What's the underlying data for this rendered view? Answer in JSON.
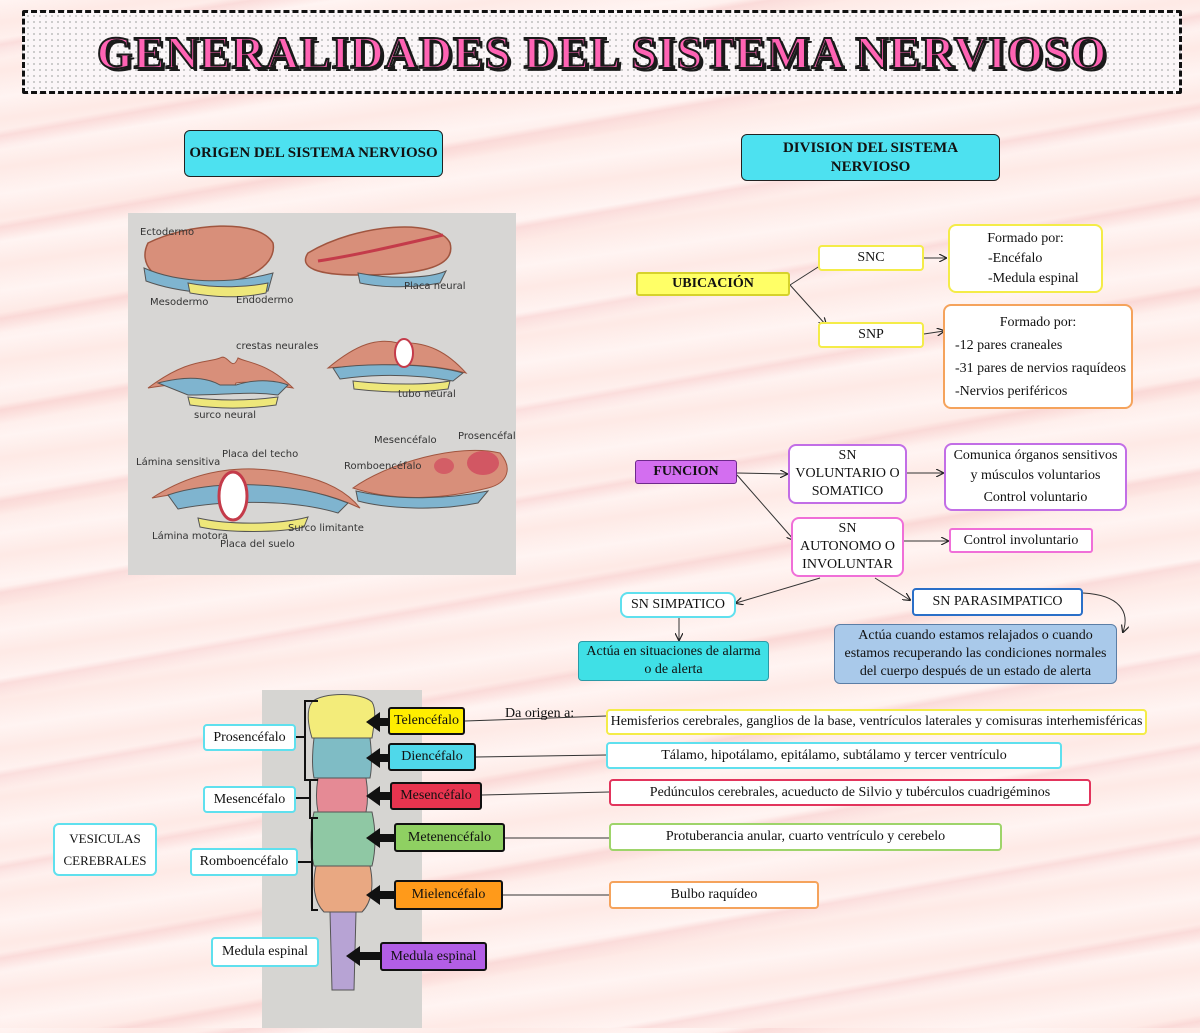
{
  "title": "GENERALIDADES DEL SISTEMA NERVIOSO",
  "origen": {
    "header": "ORIGEN DEL SISTEMA NERVIOSO",
    "drawing_labels": {
      "ectodermo": "Ectodermo",
      "mesodermo": "Mesodermo",
      "endodermo": "Endodermo",
      "placa_neural": "Placa neural",
      "crestas_neurales": "crestas neurales",
      "surco_neural": "surco neural",
      "tubo_neural": "tubo neural",
      "lamina_sensitiva": "Lámina sensitiva",
      "placa_techo": "Placa del techo",
      "lamina_motora": "Lámina motora",
      "placa_suelo": "Placa del suelo",
      "surco_limitante": "Surco limitante",
      "mesencefalo": "Mesencéfalo",
      "prosencefalo": "Prosencéfalo",
      "rombencefalo": "Romboencéfalo"
    }
  },
  "division": {
    "header": "DIVISION DEL SISTEMA NERVIOSO",
    "ubicacion": {
      "label": "UBICACIÓN",
      "snc": {
        "label": "SNC",
        "formado_title": "Formado por:",
        "items": [
          "-Encéfalo",
          "-Medula espinal"
        ]
      },
      "snp": {
        "label": "SNP",
        "formado_title": "Formado por:",
        "items": [
          "-12 pares craneales",
          "-31 pares de nervios raquídeos",
          "-Nervios periféricos"
        ]
      }
    },
    "funcion": {
      "label": "FUNCION",
      "voluntario": {
        "label": "SN VOLUNTARIO O SOMATICO",
        "desc1": "Comunica órganos sensitivos y músculos voluntarios",
        "desc2": "Control voluntario"
      },
      "autonomo": {
        "label": "SN AUTONOMO O INVOLUNTAR",
        "desc": "Control involuntario"
      },
      "simpatico": {
        "label": "SN SIMPATICO",
        "desc": "Actúa en situaciones de alarma o de alerta"
      },
      "parasimpatico": {
        "label": "SN PARASIMPATICO",
        "desc": "Actúa cuando estamos relajados o cuando estamos recuperando las condiciones normales del cuerpo después de un estado de alerta"
      }
    }
  },
  "vesiculas": {
    "label": "VESICULAS CEREBRALES",
    "primary": [
      "Prosencéfalo",
      "Mesencéfalo",
      "Romboencéfalo",
      "Medula espinal"
    ],
    "secondary": [
      "Telencéfalo",
      "Diencéfalo",
      "Mesencéfalo",
      "Metenencéfalo",
      "Mielencéfalo",
      "Medula espinal"
    ],
    "da_origen": "Da origen a:",
    "derivados": [
      "Hemisferios cerebrales, ganglios de la base, ventrículos laterales y comisuras interhemisféricas",
      "Tálamo, hipotálamo, epitálamo, subtálamo y tercer ventrículo",
      "Pedúnculos cerebrales, acueducto de Silvio y tubérculos cuadrigéminos",
      "Protuberancia anular, cuarto ventrículo y cerebelo",
      "Bulbo raquídeo"
    ]
  },
  "colors": {
    "header_cyan": "#4de1f0",
    "title_pink": "#ff63b4",
    "ubicacion_yellow": "#ffff66",
    "funcion_purple": "#d36ef0",
    "simpatico_box": "#3fe0e6",
    "parasimpatico_box": "#a9c9ea",
    "telencefalo": "#ffee00",
    "diencefalo": "#4fd8ea",
    "mesencefalo": "#e8344f",
    "metenencefalo": "#8fd062",
    "mielencefalo": "#ff9a1a",
    "medula": "#b25ee6"
  }
}
